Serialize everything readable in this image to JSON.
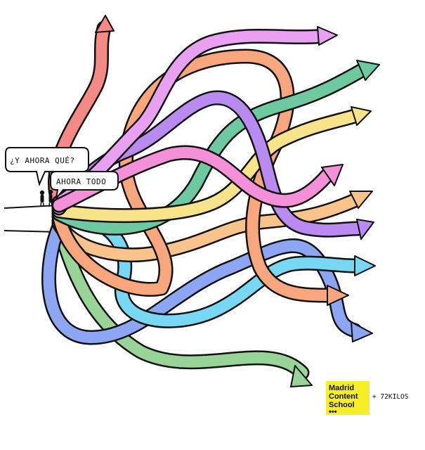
{
  "bubbles": {
    "question": "¿Y AHORA QUÉ?",
    "answer": "AHORA TODO"
  },
  "logo": {
    "line1": "Madrid",
    "line2": "Content",
    "line3": "School",
    "dots": "•••"
  },
  "partner": "+ 72KILOS",
  "colors": {
    "red": "#f48a86",
    "magenta": "#e8a0f0",
    "orange": "#f7a67e",
    "green": "#6fc9a0",
    "yellow": "#f7e48a",
    "lilac": "#b98af0",
    "pink": "#f490d8",
    "sand": "#f8c48c",
    "cyan": "#78d8f4",
    "blue": "#8ca6f4",
    "leaf": "#98d498",
    "logo_bg": "#f7ee2a"
  }
}
